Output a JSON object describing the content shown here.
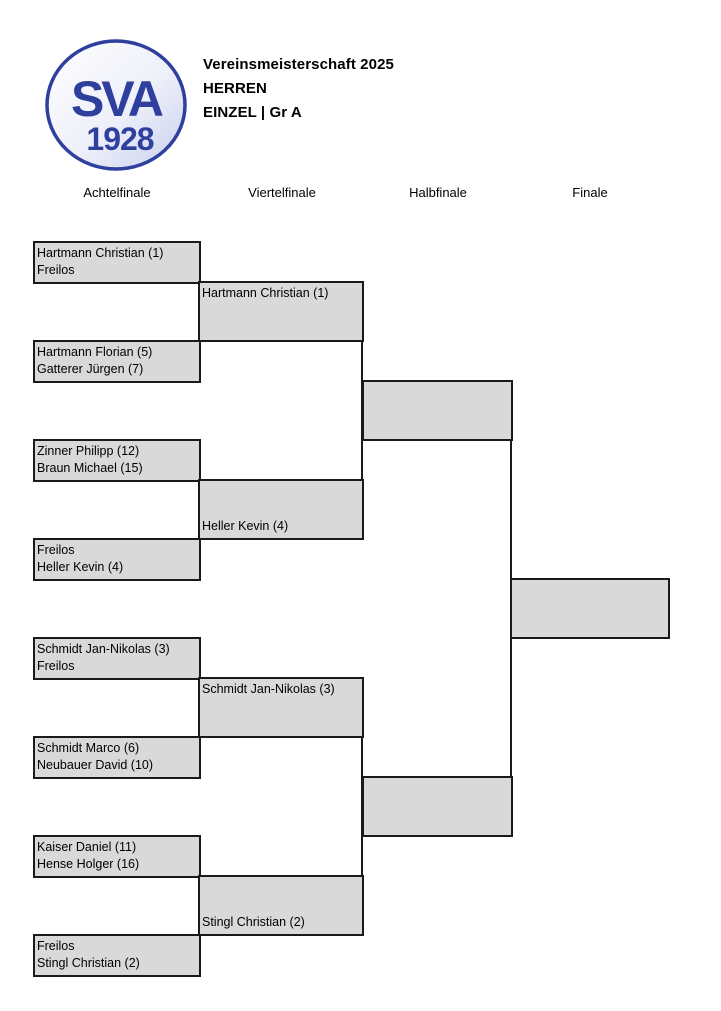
{
  "header": {
    "logo": {
      "top": "SVA",
      "bottom": "1928"
    },
    "line1": "Vereinsmeisterschaft 2025",
    "line2": "HERREN",
    "line3": "EINZEL | Gr A"
  },
  "colors": {
    "box_fill": "#d9d9d9",
    "logo_blue": "#2f3f9e",
    "border": "#1a1a1a"
  },
  "rounds": [
    "Achtelfinale",
    "Viertelfinale",
    "Halbfinale",
    "Finale"
  ],
  "round_of_16": [
    {
      "p1": "Hartmann Christian (1)",
      "p2": "Freilos"
    },
    {
      "p1": "Hartmann Florian (5)",
      "p2": "Gatterer  Jürgen (7)"
    },
    {
      "p1": "Zinner Philipp (12)",
      "p2": "Braun Michael (15)"
    },
    {
      "p1": "Freilos",
      "p2": "Heller Kevin (4)"
    },
    {
      "p1": "Schmidt Jan-Nikolas (3)",
      "p2": "Freilos"
    },
    {
      "p1": "Schmidt Marco (6)",
      "p2": "Neubauer  David (10)"
    },
    {
      "p1": "Kaiser Daniel (11)",
      "p2": "Hense Holger (16)"
    },
    {
      "p1": "Freilos",
      "p2": "Stingl Christian (2)"
    }
  ],
  "quarterfinals": [
    {
      "p1": "Hartmann Christian (1)",
      "p2": ""
    },
    {
      "p1": "",
      "p2": "Heller Kevin (4)"
    },
    {
      "p1": "Schmidt Jan-Nikolas (3)",
      "p2": ""
    },
    {
      "p1": "",
      "p2": "Stingl Christian (2)"
    }
  ],
  "semifinals": [
    {
      "p1": "",
      "p2": ""
    },
    {
      "p1": "",
      "p2": ""
    }
  ],
  "final": {
    "p1": "",
    "p2": ""
  }
}
